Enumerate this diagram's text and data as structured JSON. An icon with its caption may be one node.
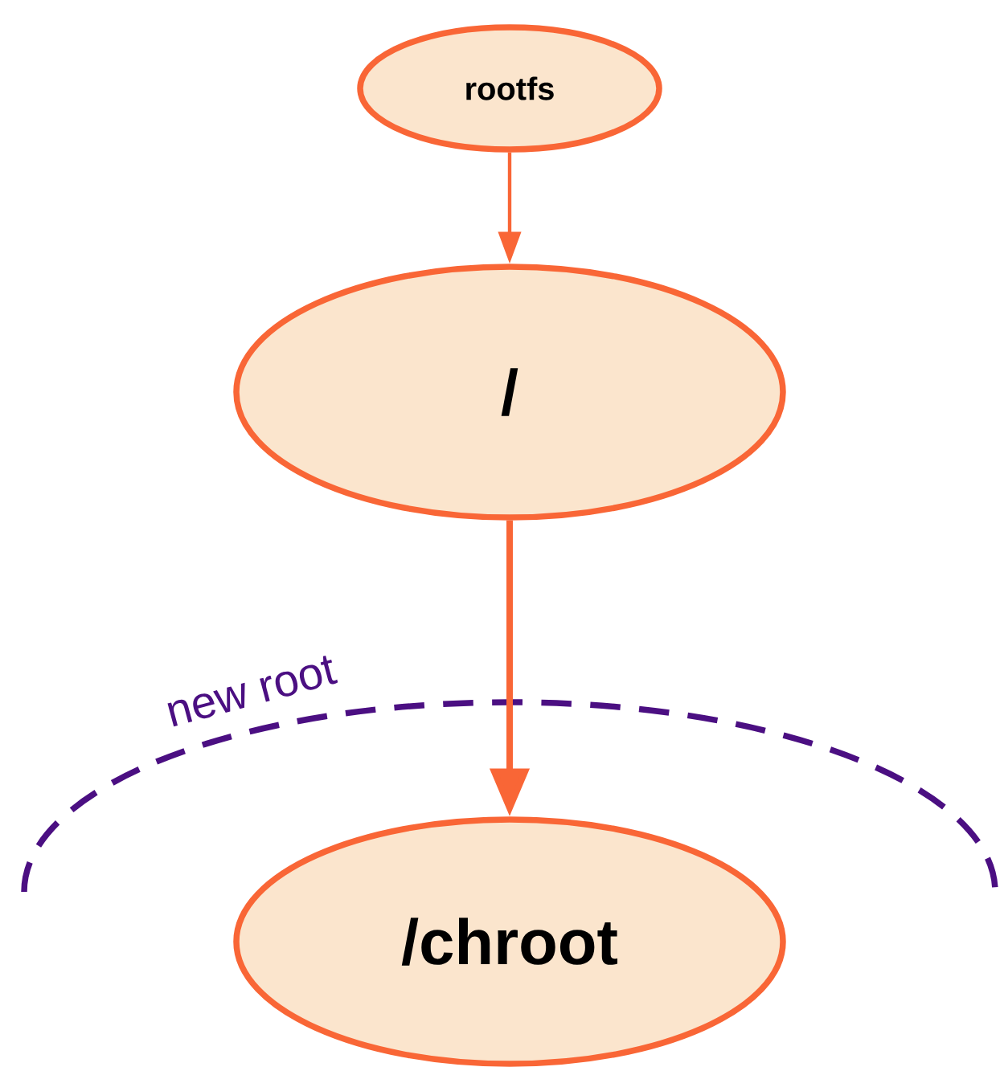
{
  "diagram": {
    "nodes": [
      {
        "text": [
          "rootfs"
        ]
      },
      {
        "text": [
          "/"
        ]
      },
      {
        "text": [
          "/chroot"
        ]
      }
    ],
    "edges": [
      {
        "from": 0,
        "to": 1,
        "arrow": "to"
      },
      {
        "from": 1,
        "to": 2,
        "arrow": "to",
        "style": "thick"
      }
    ],
    "labels": [
      "new root"
    ]
  }
}
